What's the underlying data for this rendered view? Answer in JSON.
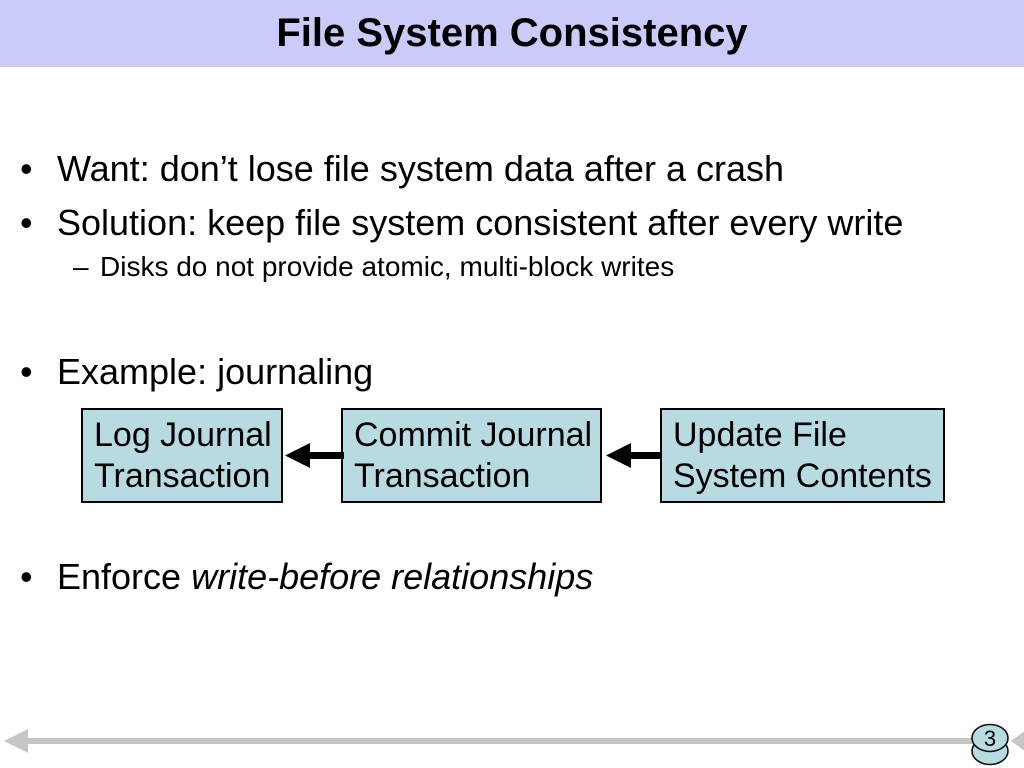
{
  "title": "File System Consistency",
  "markers": {
    "bullet": "•",
    "dash": "–"
  },
  "bullets": {
    "want": "Want: don’t lose file system data after a crash",
    "solution": "Solution: keep file system consistent after every write",
    "disks": "Disks do not provide atomic, multi-block writes",
    "example": "Example: journaling",
    "enforce_prefix": "Enforce ",
    "enforce_italic": "write-before relationships"
  },
  "diagram": {
    "boxes": [
      {
        "line1": "Log Journal",
        "line2": "Transaction"
      },
      {
        "line1": "Commit Journal",
        "line2": "Transaction"
      },
      {
        "line1": "Update File",
        "line2": "System Contents"
      }
    ]
  },
  "footer": {
    "page_number": "3"
  },
  "colors": {
    "title-bg": "#CBCBFA",
    "box-fill": "#B7DBE1",
    "nav-gray": "#C6C6C6",
    "text": "#000000"
  }
}
